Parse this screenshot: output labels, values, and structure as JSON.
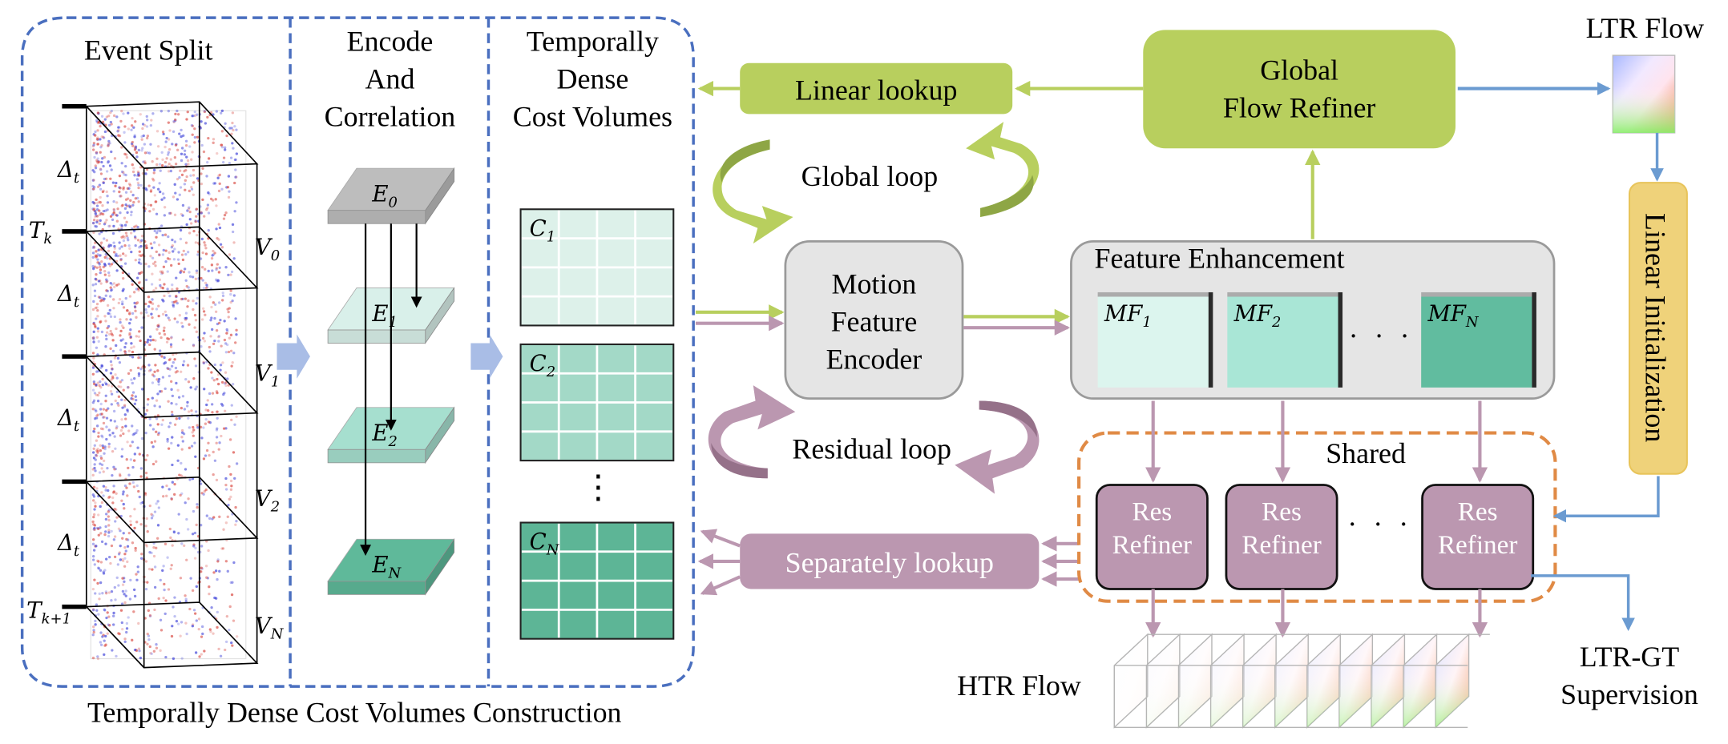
{
  "figure": {
    "caption_bottom": "Temporally Dense Cost Volumes Construction",
    "panels": {
      "event_split": {
        "title": "Event Split",
        "time_labels": [
          {
            "base": "Δ",
            "sub": "t"
          },
          {
            "base": "T",
            "sub": "k"
          },
          {
            "base": "Δ",
            "sub": "t"
          },
          {
            "base": "Δ",
            "sub": "t"
          },
          {
            "base": "Δ",
            "sub": "t"
          },
          {
            "base": "T",
            "sub": "k+1"
          }
        ],
        "voxel_labels": [
          {
            "base": "V",
            "sub": "0"
          },
          {
            "base": "V",
            "sub": "1"
          },
          {
            "base": "V",
            "sub": "2"
          },
          {
            "base": "V",
            "sub": "N"
          }
        ]
      },
      "encode": {
        "title_lines": [
          "Encode",
          "And",
          "Correlation"
        ],
        "features": [
          {
            "base": "E",
            "sub": "0",
            "color": "#bdbdbd"
          },
          {
            "base": "E",
            "sub": "1",
            "color": "#d9f0ea"
          },
          {
            "base": "E",
            "sub": "2",
            "color": "#a6dfcf"
          },
          {
            "base": "E",
            "sub": "N",
            "color": "#5fb99a"
          }
        ]
      },
      "cost_volumes": {
        "title_lines": [
          "Temporally",
          "Dense",
          "Cost Volumes"
        ],
        "volumes": [
          {
            "base": "C",
            "sub": "1",
            "color": "#ddf1ea"
          },
          {
            "base": "C",
            "sub": "2",
            "color": "#a3d9c7"
          },
          {
            "base": "C",
            "sub": "N",
            "color": "#5db596"
          }
        ],
        "ellipsis": "⋮"
      }
    },
    "blocks": {
      "linear_lookup": "Linear lookup",
      "global_flow_refiner": [
        "Global",
        "Flow Refiner"
      ],
      "global_loop": "Global loop",
      "motion_feature_encoder": [
        "Motion",
        "Feature",
        "Encoder"
      ],
      "feature_enhancement": {
        "title": "Feature Enhancement",
        "items": [
          {
            "base": "MF",
            "sub": "1",
            "color": "#dcf5ee"
          },
          {
            "base": "MF",
            "sub": "2",
            "color": "#a9e6d6"
          },
          {
            "base": "MF",
            "sub": "N",
            "color": "#61bc9f"
          }
        ],
        "ellipsis": "· · ·"
      },
      "residual_loop": "Residual loop",
      "separately_lookup": "Separately lookup",
      "shared": {
        "title": "Shared",
        "refiners": [
          [
            "Res",
            "Refiner"
          ],
          [
            "Res",
            "Refiner"
          ],
          [
            "Res",
            "Refiner"
          ]
        ],
        "ellipsis": "· · ·"
      },
      "ltr_flow": "LTR Flow",
      "linear_initialization": "Linear Initialization",
      "htr_flow": "HTR Flow",
      "ltr_gt_supervision": [
        "LTR-GT",
        "Supervision"
      ]
    },
    "colors": {
      "green": "#b8cf5e",
      "green_dark": "#8ea645",
      "mauve": "#bb97b0",
      "mauve_dark": "#957189",
      "blue_dash": "#4a6fbf",
      "orange_dash": "#e08a45",
      "blue_arrow": "#6b9bd1",
      "yellow": "#efd27a",
      "gray_box": "#e5e5e5"
    }
  }
}
